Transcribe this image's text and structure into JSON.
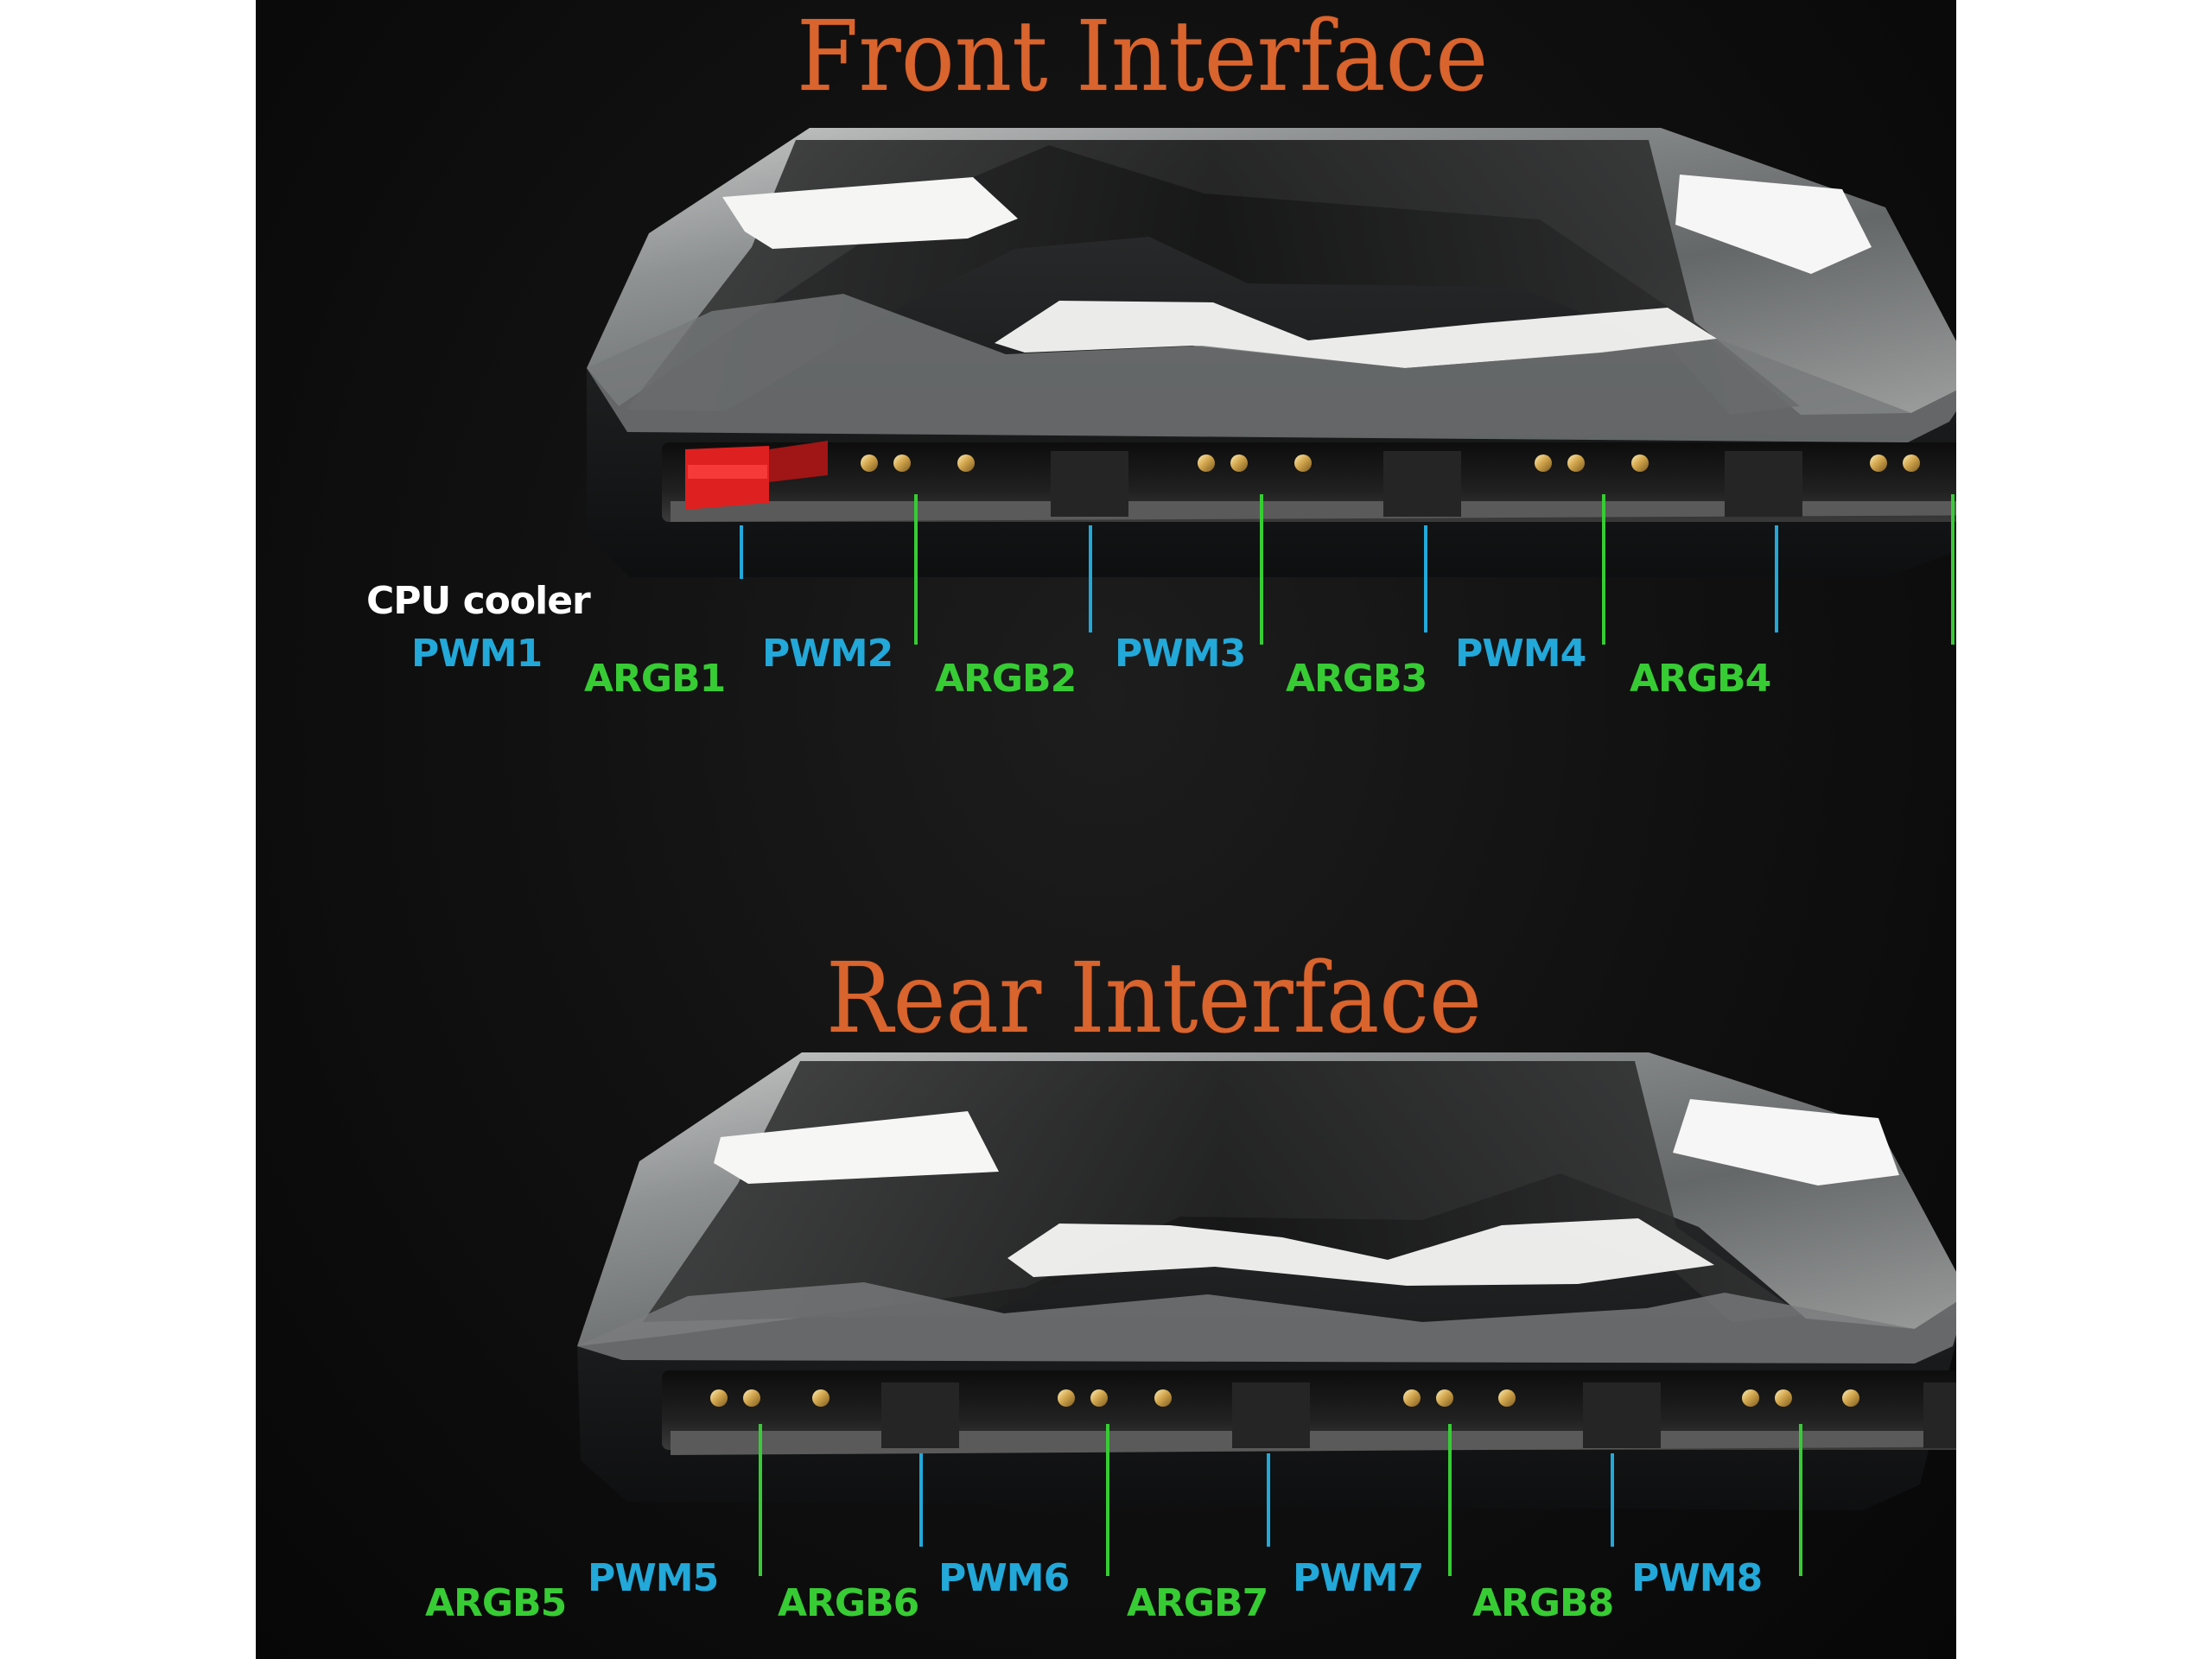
{
  "titles": {
    "front": "Front Interface",
    "rear": "Rear Interface"
  },
  "front": {
    "cpu_label": "CPU cooler",
    "ports": [
      {
        "label": "PWM1",
        "kind": "pwm"
      },
      {
        "label": "ARGB1",
        "kind": "argb"
      },
      {
        "label": "PWM2",
        "kind": "pwm"
      },
      {
        "label": "ARGB2",
        "kind": "argb"
      },
      {
        "label": "PWM3",
        "kind": "pwm"
      },
      {
        "label": "ARGB3",
        "kind": "argb"
      },
      {
        "label": "PWM4",
        "kind": "pwm"
      },
      {
        "label": "ARGB4",
        "kind": "argb"
      }
    ]
  },
  "rear": {
    "ports": [
      {
        "label": "ARGB5",
        "kind": "argb"
      },
      {
        "label": "PWM5",
        "kind": "pwm"
      },
      {
        "label": "ARGB6",
        "kind": "argb"
      },
      {
        "label": "PWM6",
        "kind": "pwm"
      },
      {
        "label": "ARGB7",
        "kind": "argb"
      },
      {
        "label": "PWM7",
        "kind": "pwm"
      },
      {
        "label": "ARGB8",
        "kind": "argb"
      },
      {
        "label": "PWM8",
        "kind": "pwm"
      }
    ]
  },
  "colors": {
    "title": "#d9642d",
    "pwm": "#22a8d9",
    "argb": "#37cc34",
    "cpu_label": "#ffffff",
    "background": "#111111",
    "device_top": "#8f9293",
    "device_body": "#202223",
    "accent_red": "#df2020"
  }
}
